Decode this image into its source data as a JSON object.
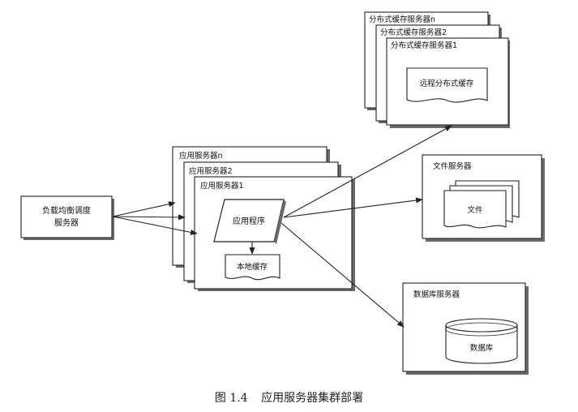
{
  "nodes": {
    "load_balancer": "负载均衡调度\n服务器",
    "app_server_n": "应用服务器n",
    "app_server_2": "应用服务器2",
    "app_server_1": "应用服务器1",
    "app_program": "应用程序",
    "local_cache": "本地缓存",
    "dist_cache_n": "分布式缓存服务器n",
    "dist_cache_2": "分布式缓存服务器2",
    "dist_cache_1": "分布式缓存服务器1",
    "remote_cache": "远程分布式缓存",
    "file_server": "文件服务器",
    "file": "文件",
    "db_server": "数据库服务器",
    "database": "数据库"
  },
  "caption": {
    "figure_number": "图 1.4",
    "title": "应用服务器集群部署"
  }
}
